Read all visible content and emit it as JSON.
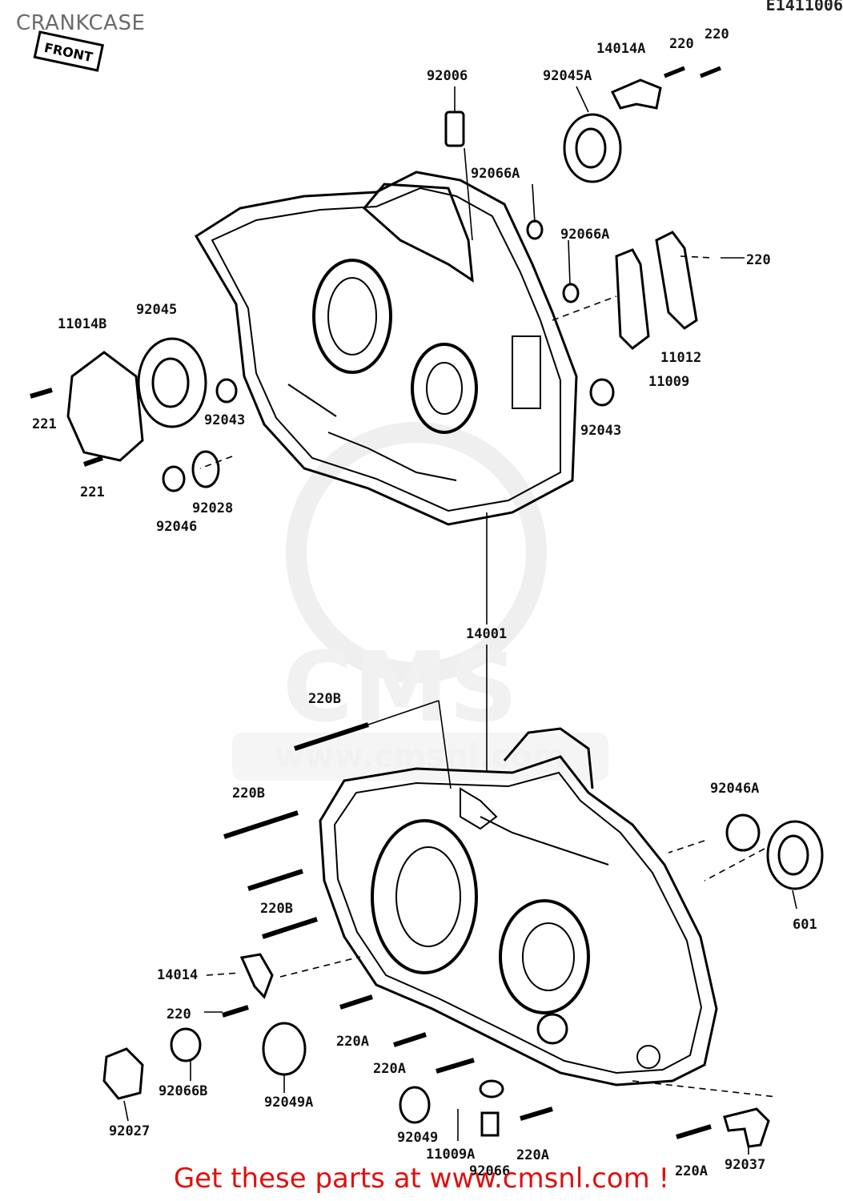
{
  "page": {
    "title": "CRANKCASE",
    "corner_code": "E1411006",
    "footer": "Get these parts at www.cmsnl.com !",
    "front_marker": "FRONT",
    "watermark": {
      "brand": "CMS",
      "url": "www.cmsnl.com"
    }
  },
  "callouts": {
    "c92006": "92006",
    "c14014A": "14014A",
    "c220a": "220",
    "c220b": "220",
    "c92045A": "92045A",
    "c92066A_1": "92066A",
    "c92066A_2": "92066A",
    "c220c": "220",
    "c11014B": "11014B",
    "c92045": "92045",
    "c11012": "11012",
    "c11009": "11009",
    "c92043_l": "92043",
    "c92043_r": "92043",
    "c221_1": "221",
    "c221_2": "221",
    "c92028": "92028",
    "c92046": "92046",
    "c14001": "14001",
    "c220B_1": "220B",
    "c220B_2": "220B",
    "c220B_3": "220B",
    "c92046A": "92046A",
    "c601": "601",
    "c14014": "14014",
    "c220d": "220",
    "c220A_1": "220A",
    "c220A_2": "220A",
    "c220A_3": "220A",
    "c220A_4": "220A",
    "c92066B": "92066B",
    "c92049A": "92049A",
    "c92027": "92027",
    "c92049": "92049",
    "c11009A": "11009A",
    "c92066": "92066",
    "c92037": "92037"
  }
}
